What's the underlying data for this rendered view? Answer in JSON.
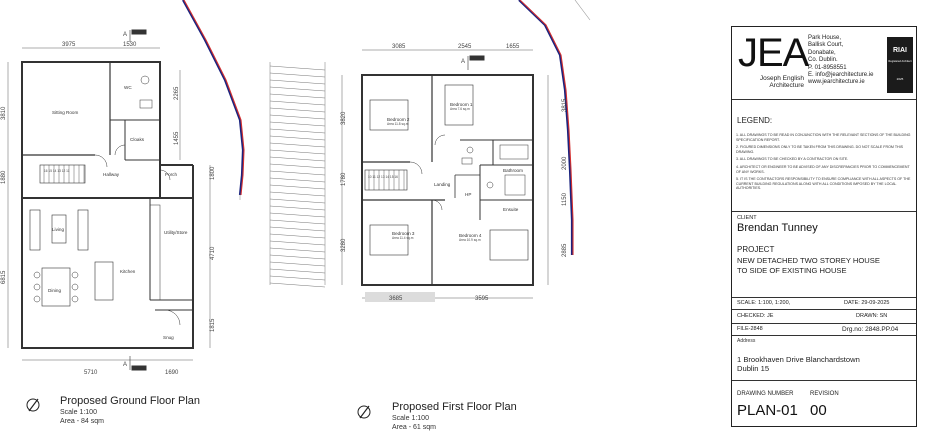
{
  "ground_floor": {
    "title": "Proposed Ground Floor Plan",
    "scale": "Scale 1:100",
    "area": "Area -  84 sqm",
    "section_marker": "A",
    "rooms": {
      "sitting": "Sitting Room",
      "wc": "WC",
      "cloaks": "Cloaks",
      "hallway": "Hallway",
      "porch": "Porch",
      "living": "Living",
      "utility": "Utility/Store",
      "kitchen": "Kitchen",
      "dining": "Dining",
      "snug": "Snug"
    },
    "dims": {
      "top_a": "3975",
      "top_b": "1530",
      "left_a": "3810",
      "left_b": "1880",
      "left_c": "6815",
      "mid_a": "2265",
      "mid_b": "1455",
      "mid_c": "1800",
      "mid_d": "4710",
      "mid_e": "1815",
      "bottom_a": "5710",
      "bottom_b": "1690"
    },
    "stair_numbers": "16 15 14 13 12 11"
  },
  "first_floor": {
    "title": "Proposed First Floor Plan",
    "scale": "Scale 1:100",
    "area": "Area -  61 sqm",
    "section_marker": "A",
    "rooms": {
      "bed2": "Bedroom 2",
      "bed2_area": "Area 11.8 sq.m",
      "bed1": "Bedroom 1",
      "bed1_area": "Area 7.6 sq.m",
      "bathroom": "Bathroom",
      "landing": "Landing",
      "hp": "HP",
      "ensuite": "Ensuite",
      "bed3": "Bedroom 3",
      "bed3_area": "Area 11.4 sq.m",
      "bed4": "Bedroom 4",
      "bed4_area": "Area 10.9 sq.m"
    },
    "dims": {
      "top_a": "3085",
      "top_b": "2545",
      "top_c": "1655",
      "left_a": "3820",
      "left_b": "1780",
      "left_c": "3280",
      "right_a": "3815",
      "right_b": "2000",
      "right_c": "1150",
      "right_d": "2885",
      "bottom_a": "3685",
      "bottom_b": "3595"
    },
    "stair_numbers": "10 11 12 13 14 15 16"
  },
  "title_block": {
    "logo_letters": "JEA",
    "logo_name_1": "Joseph English",
    "logo_name_2": "Architecture",
    "address_lines": [
      "Park House,",
      "Ballisk Court,",
      "Donabate,",
      "Co. Dublin."
    ],
    "phone": "P. 01-8958551",
    "email": "E. info@jearchitecture.ie",
    "web": "www.jearchitecture.ie",
    "riai": "RIAI",
    "riai_sub": "Registered Architect",
    "riai_year": "2025",
    "legend_title": "LEGEND:",
    "notes": [
      "1. ALL DRAWINGS TO BE READ IN CONJUNCTION WITH THE RELEVANT SECTIONS OF THE BUILDING SPECIFICATION REPORT.",
      "2. FIGURED DIMENSIONS ONLY TO BE TAKEN FROM THIS DRAWING. DO NOT SCALE FROM THIS DRAWING.",
      "3. ALL DRAWINGS TO BE CHECKED BY A CONTRACTOR ON SITE.",
      "4. ARCHITECT OR ENGINEER TO BE ADVISED OF ANY DISCREPANCIES PRIOR TO COMMENCEMENT OF ANY WORKS.",
      "5. IT IS THE CONTRACTORS RESPONSIBILITY TO ENSURE COMPLIANCE WITH ALL ASPECTS OF THE CURRENT BUILDING REGULATIONS ALONG WITH ALL CONDITIONS IMPOSED BY THE LOCAL AUTHORITIES."
    ],
    "client_label": "CLIENT",
    "client_name": "Brendan Tunney",
    "project_label": "PROJECT",
    "project_line1": "NEW DETACHED TWO STOREY HOUSE",
    "project_line2": "TO SIDE OF EXISTING HOUSE",
    "scale": "SCALE: 1:100, 1:200,",
    "date": "DATE: 29-09-2025",
    "checked": "CHECKED: JE",
    "drawn": "DRAWN: SN",
    "file": "FILE-2848",
    "drg_no": "Drg.no: 2848.PP.04",
    "address_label": "Address",
    "address_line1": "1 Brookhaven Drive Blanchardstown",
    "address_line2": "Dublin 15",
    "drawing_number_label": "DRAWING NUMBER",
    "revision_label": "REVISION",
    "drawing_number": "PLAN-01",
    "revision": "00"
  }
}
